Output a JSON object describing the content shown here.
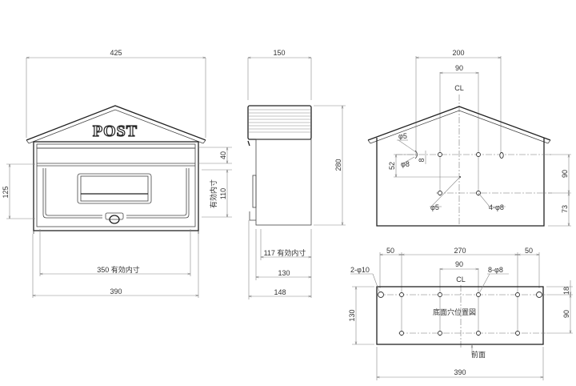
{
  "drawing": {
    "front_view": {
      "logo_text": "POST",
      "overall_width": "425",
      "body_width": "390",
      "inner_width": "350 有効内寸",
      "left_height": "125",
      "slot_offset": "40",
      "inner_height": "110",
      "inner_height_label": "有効内寸"
    },
    "side_view": {
      "top_width": "150",
      "height": "280",
      "inner_depth": "117 有効内寸",
      "body_depth": "130",
      "overall_depth": "148"
    },
    "back_view": {
      "span_outer": "200",
      "span_inner": "90",
      "centerline": "CL",
      "hole_small_1": "φ5",
      "hole_large_1": "φ8",
      "offset_8": "8",
      "vertical_52": "52",
      "hole_small_2": "φ5",
      "hole_group": "4-φ8",
      "vertical_90": "90",
      "vertical_73": "73"
    },
    "bottom_view": {
      "left_margin": "50",
      "center_span": "270",
      "right_margin": "50",
      "inner_span": "90",
      "centerline": "CL",
      "big_holes": "2-φ10",
      "small_holes": "8-φ8",
      "depth": "130",
      "top_offset": "18",
      "row_spacing": "90",
      "title": "底面穴位置図",
      "front_label": "前面",
      "width": "390"
    }
  }
}
